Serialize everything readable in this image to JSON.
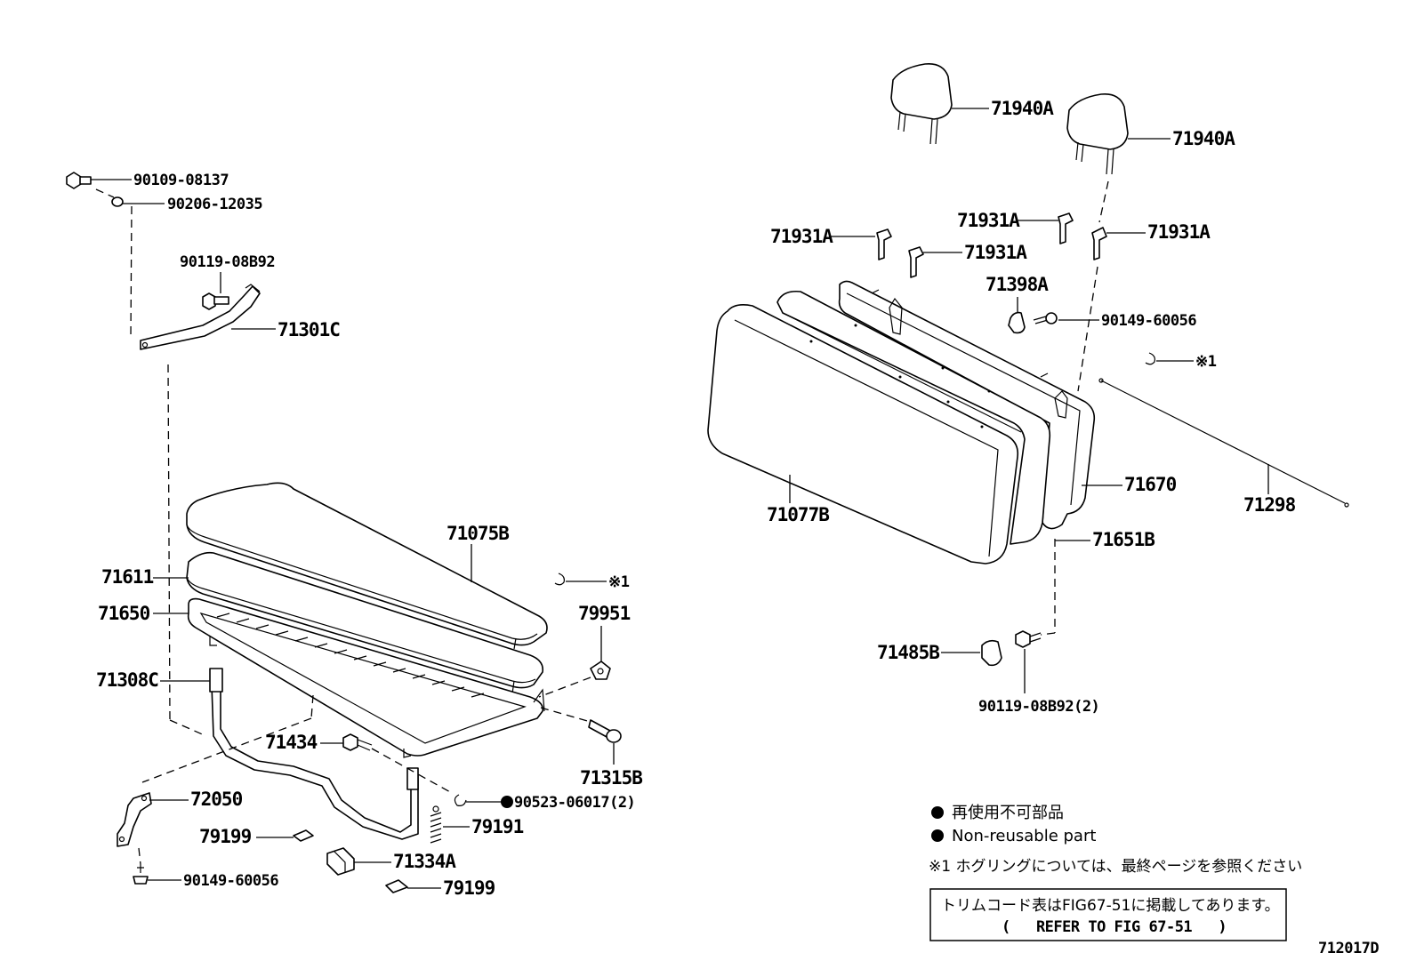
{
  "diagram_id": "712017D",
  "parts_left": {
    "p_90109": "90109-08137",
    "p_90206": "90206-12035",
    "p_90119_top": "90119-08B92",
    "p_71301C": "71301C",
    "p_71075B": "71075B",
    "p_71611": "71611",
    "p_71650": "71650",
    "p_79951": "79951",
    "p_71308C": "71308C",
    "p_71434": "71434",
    "p_71315B": "71315B",
    "p_72050": "72050",
    "p_90523": "90523-06017(2)",
    "p_79191": "79191",
    "p_79199_a": "79199",
    "p_71334A": "71334A",
    "p_90149_left": "90149-60056",
    "p_79199_b": "79199",
    "note_left": "※1"
  },
  "parts_right": {
    "p_71940A_a": "71940A",
    "p_71940A_b": "71940A",
    "p_71931A_a": "71931A",
    "p_71931A_b": "71931A",
    "p_71931A_c": "71931A",
    "p_71931A_d": "71931A",
    "p_71398A": "71398A",
    "p_90149_right": "90149-60056",
    "note_right": "※1",
    "p_71670": "71670",
    "p_71298": "71298",
    "p_71077B": "71077B",
    "p_71651B": "71651B",
    "p_71485B": "71485B",
    "p_90119_bottom": "90119-08B92(2)"
  },
  "legend": {
    "line1": "再使用不可部品",
    "line2": "Non-reusable part",
    "note": "※1 ホグリングについては、最終ページを参照ください"
  },
  "reference_box": {
    "line1": "トリムコード表はFIG67-51に掲載してあります。",
    "line2": "(   REFER TO FIG 67-51   )"
  }
}
